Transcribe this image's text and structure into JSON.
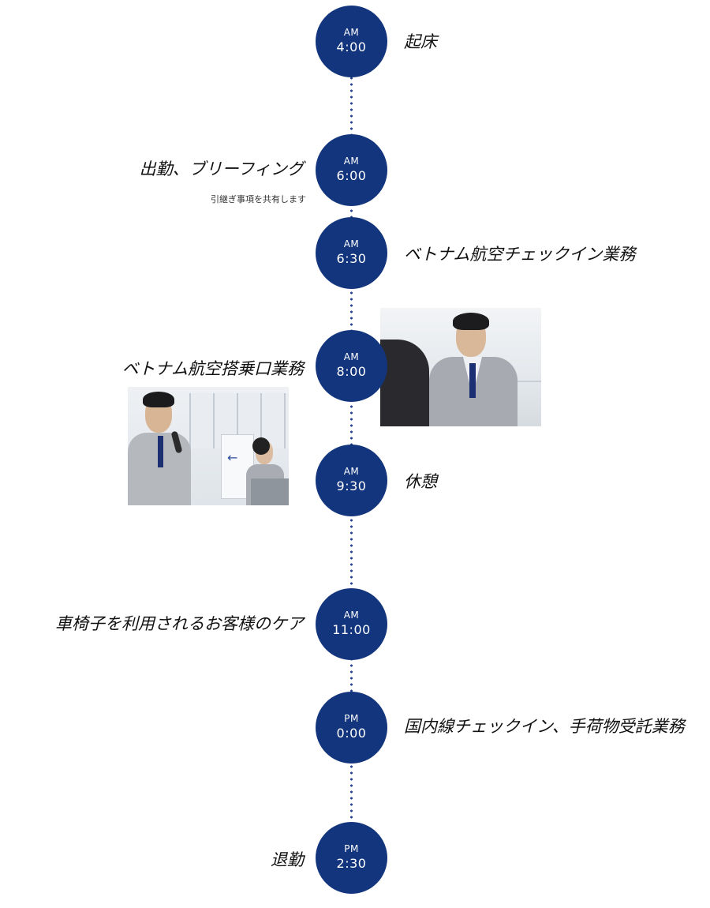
{
  "timeline": [
    {
      "period": "AM",
      "time": "4:00",
      "event": "起床",
      "side": "right"
    },
    {
      "period": "AM",
      "time": "6:00",
      "event": "出勤、ブリーフィング",
      "note": "引継ぎ事項を共有します",
      "side": "left"
    },
    {
      "period": "AM",
      "time": "6:30",
      "event": "ベトナム航空チェックイン業務",
      "side": "right"
    },
    {
      "period": "AM",
      "time": "8:00",
      "event": "ベトナム航空搭乗口業務",
      "side": "left"
    },
    {
      "period": "AM",
      "time": "9:30",
      "event": "休憩",
      "side": "right"
    },
    {
      "period": "AM",
      "time": "11:00",
      "event": "車椅子を利用されるお客様のケア",
      "side": "left"
    },
    {
      "period": "PM",
      "time": "0:00",
      "event": "国内線チェックイン、手荷物受託業務",
      "side": "right"
    },
    {
      "period": "PM",
      "time": "2:30",
      "event": "退勤",
      "side": "left"
    }
  ],
  "colors": {
    "circle": "#13357d",
    "line": "#1a3c82",
    "text": "#111111"
  }
}
